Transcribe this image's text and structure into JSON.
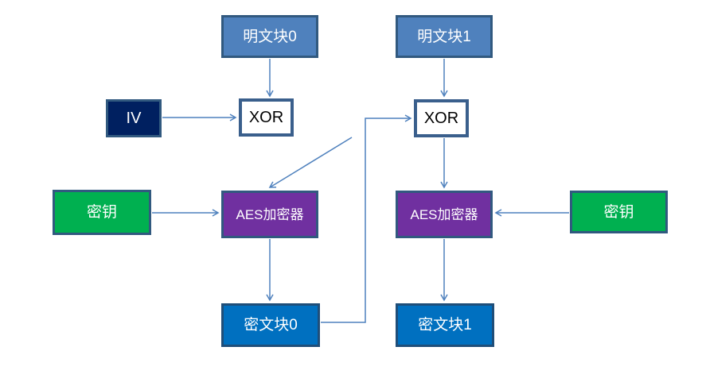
{
  "nodes": {
    "plaintext0": {
      "label": "明文块0"
    },
    "plaintext1": {
      "label": "明文块1"
    },
    "iv": {
      "label": "IV"
    },
    "xor1": {
      "label": "XOR"
    },
    "xor2": {
      "label": "XOR"
    },
    "key_left": {
      "label": "密钥"
    },
    "key_right": {
      "label": "密钥"
    },
    "aes1": {
      "label": "AES加密器"
    },
    "aes2": {
      "label": "AES加密器"
    },
    "cipher0": {
      "label": "密文块0"
    },
    "cipher1": {
      "label": "密文块1"
    }
  },
  "colors": {
    "background": "#FFFFFF",
    "fill_plaintext": "#4F81BD",
    "fill_iv": "#002060",
    "fill_xor": "#FFFFFF",
    "fill_key": "#00B050",
    "fill_aes": "#7030A0",
    "fill_cipher": "#0070C0",
    "border_shape": "#31597F",
    "border_xor": "#3A5F8C",
    "border_cipher": "#1F4E79",
    "arrow": "#4F81BD",
    "text_light": "#FFFFFF",
    "text_dark": "#000000"
  }
}
